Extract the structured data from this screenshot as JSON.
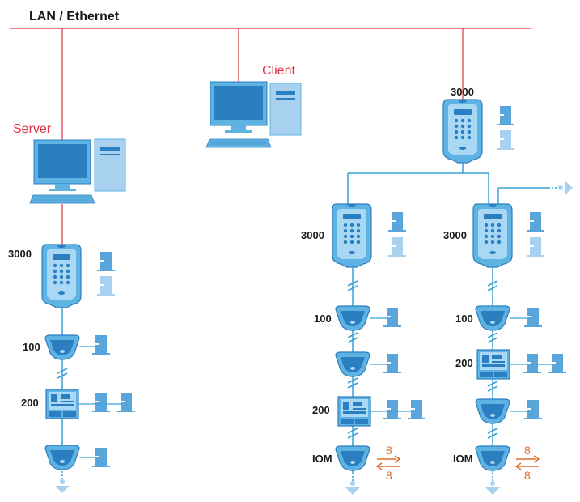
{
  "title": "LAN / Ethernet",
  "colors": {
    "lan": "#e03043",
    "bus": "#3aa0d6",
    "device": "#5fb3e3",
    "device_dark": "#2b7fc0",
    "io": "#e06a2a"
  },
  "labels": {
    "server": "Server",
    "client": "Client",
    "left_3000": "3000",
    "left_100": "100",
    "left_200": "200",
    "top_3000": "3000",
    "mid_3000": "3000",
    "right_3000": "3000",
    "mid_100": "100",
    "mid_200": "200",
    "mid_iom": "IOM",
    "right_100": "100",
    "right_200": "200",
    "right_iom": "IOM"
  },
  "io": {
    "mid_out": "8",
    "mid_in": "8",
    "right_out": "8",
    "right_in": "8"
  },
  "icons": [
    "server-icon",
    "client-computer-icon",
    "terminal-3000-icon",
    "reader-100-icon",
    "controller-200-icon",
    "iom-module-icon",
    "door-icon",
    "arrow-icon"
  ]
}
